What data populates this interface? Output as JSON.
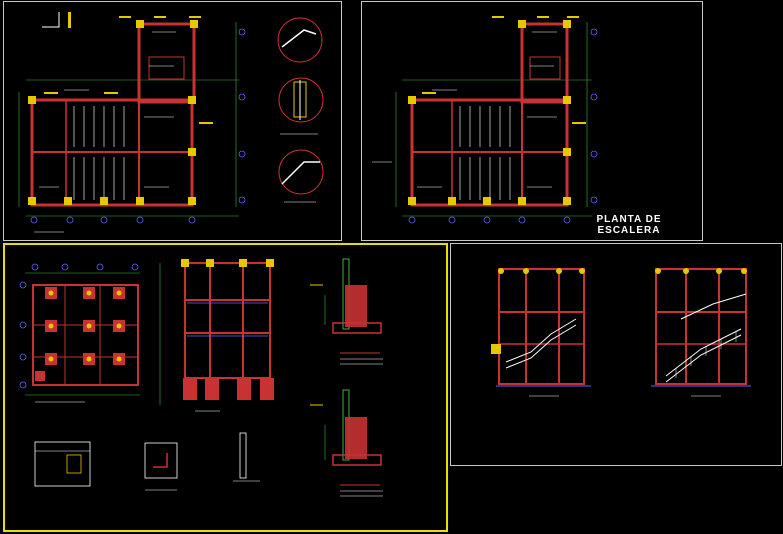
{
  "sheets": [
    {
      "id": "sheet-1",
      "title": ""
    },
    {
      "id": "sheet-2",
      "title_line1": "PLANTA DE",
      "title_line2": "ESCALERA"
    },
    {
      "id": "sheet-3",
      "title": "",
      "selected": true
    },
    {
      "id": "sheet-4",
      "title": ""
    }
  ],
  "colors": {
    "background": "#000000",
    "frame": "#c8c8c8",
    "selection": "#e8e000",
    "wall": "#c83232",
    "dimension": "#3cb43c",
    "text": "#ffffff",
    "node": "#e6c800",
    "grid": "#6464ff"
  }
}
